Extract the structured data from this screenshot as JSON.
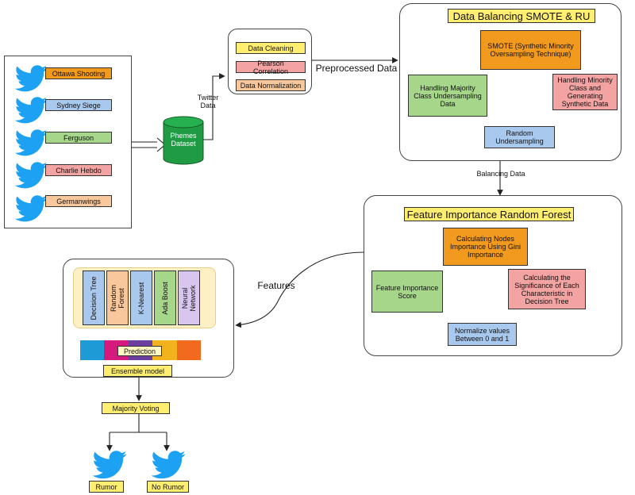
{
  "colors": {
    "yellow": "#ffee70",
    "orange": "#f29a1d",
    "red": "#f4a3a3",
    "green": "#a6d68a",
    "blue": "#a9c8ee",
    "peach": "#f9c79c",
    "twitter": "#1da1f2",
    "db": "#1f9b43"
  },
  "events": [
    "Ottawa Shooting",
    "Sydney Siege",
    "Ferguson",
    "Charlie Hebdo",
    "Germanwings"
  ],
  "dataset": "Phemes Dataset",
  "twitter_data_label": "Twitter Data",
  "preprocessing": [
    "Data Cleaning",
    "Pearson Correlation",
    "Data Normalization"
  ],
  "preprocessed_label": "Preprocessed Data",
  "balancing": {
    "title": "Data Balancing SMOTE & RU",
    "smote": "SMOTE (Synthetic Minority Oversampling Technique)",
    "minority": "Handling Minority Class and Generating Synthetic Data",
    "random": "Random Undersampling",
    "majority": "Handling Majority Class Undersampling Data"
  },
  "balancing_label": "Balancing Data",
  "feature": {
    "title": "Feature Importance Random Forest",
    "nodes": "Calculating Nodes Importance Using Gini Importance",
    "significance": "Calculating the Significance of Each Characteristic in Decision Tree",
    "normalize": "Normalize values Between 0 and 1",
    "score": "Feature Importance Score"
  },
  "features_label": "Features",
  "models": [
    "Decision Tree",
    "Random Forest",
    "K-Nearest",
    "Ada Boost",
    "Neural Network"
  ],
  "prediction": "Prediction",
  "ensemble": "Ensemble model",
  "voting": "Majority Voting",
  "outcomes": [
    "Rumor",
    "No Rumor"
  ],
  "icons": {
    "bird": "twitter-bird-icon",
    "database": "database-cylinder-icon"
  }
}
